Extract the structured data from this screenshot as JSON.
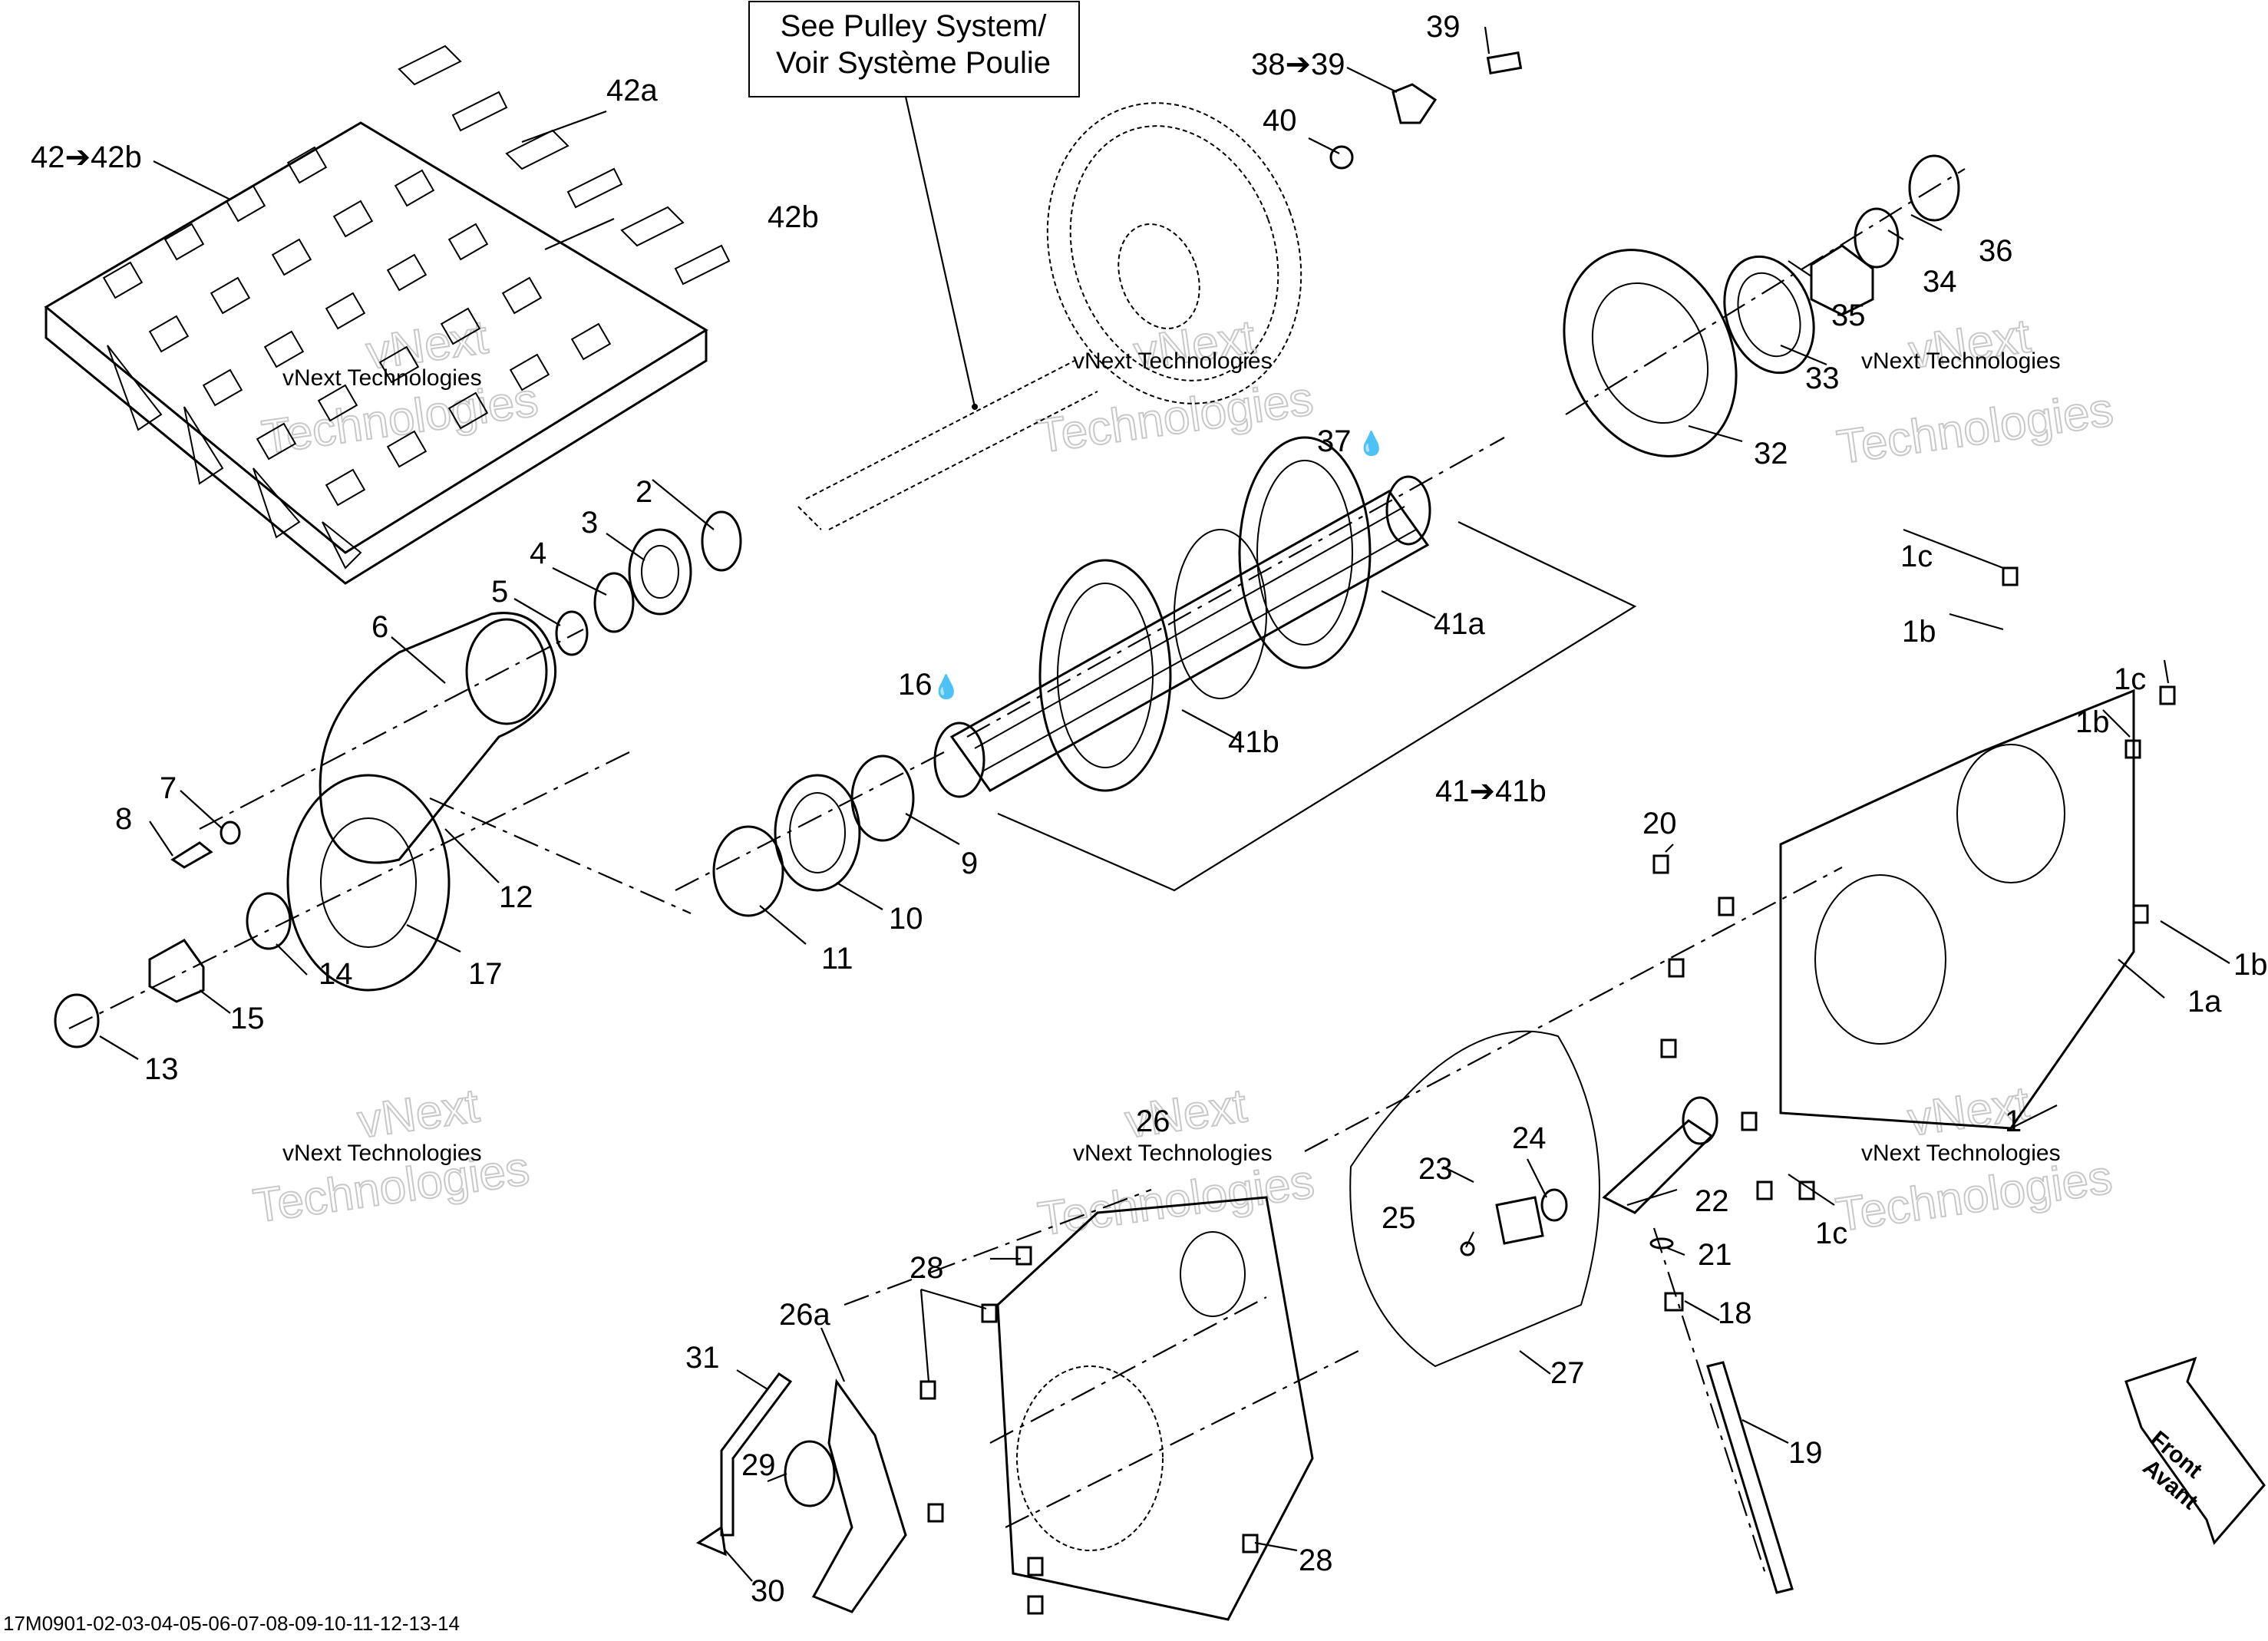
{
  "callout_box": {
    "line1": "See Pulley System/",
    "line2": "Voir Système Poulie"
  },
  "front_arrow": {
    "line1": "Front",
    "line2": "Avant"
  },
  "footer_code": "17M0901-02-03-04-05-06-07-08-09-10-11-12-13-14",
  "watermark": {
    "line1": "vNext Technologies",
    "outline": "Technologies",
    "outline_top": "vNext"
  },
  "labels": {
    "l39": "39",
    "l38_39": "38➔39",
    "l40": "40",
    "l42a": "42a",
    "l42_42b": "42➔42b",
    "l42b": "42b",
    "l36": "36",
    "l34": "34",
    "l35": "35",
    "l33": "33",
    "l32": "32",
    "l37": "37",
    "l2": "2",
    "l3": "3",
    "l4": "4",
    "l5": "5",
    "l6": "6",
    "l41a": "41a",
    "l16": "16",
    "l41b": "41b",
    "l41_41b": "41➔41b",
    "l1c_a": "1c",
    "l1b_a": "1b",
    "l1c_b": "1c",
    "l1b_b": "1b",
    "l7": "7",
    "l8": "8",
    "l12": "12",
    "l9": "9",
    "l10": "10",
    "l11": "11",
    "l14": "14",
    "l17": "17",
    "l15": "15",
    "l13": "13",
    "l20": "20",
    "l1b_c": "1b",
    "l1a": "1a",
    "l1": "1",
    "l26": "26",
    "l24": "24",
    "l23": "23",
    "l22": "22",
    "l25": "25",
    "l21": "21",
    "l1c_c": "1c",
    "l28_a": "28",
    "l18": "18",
    "l26a": "26a",
    "l31": "31",
    "l27": "27",
    "l29": "29",
    "l19": "19",
    "l28_b": "28",
    "l30": "30"
  },
  "colors": {
    "line": "#000000",
    "watermark_outline": "#c8c8c8",
    "background": "#ffffff"
  }
}
